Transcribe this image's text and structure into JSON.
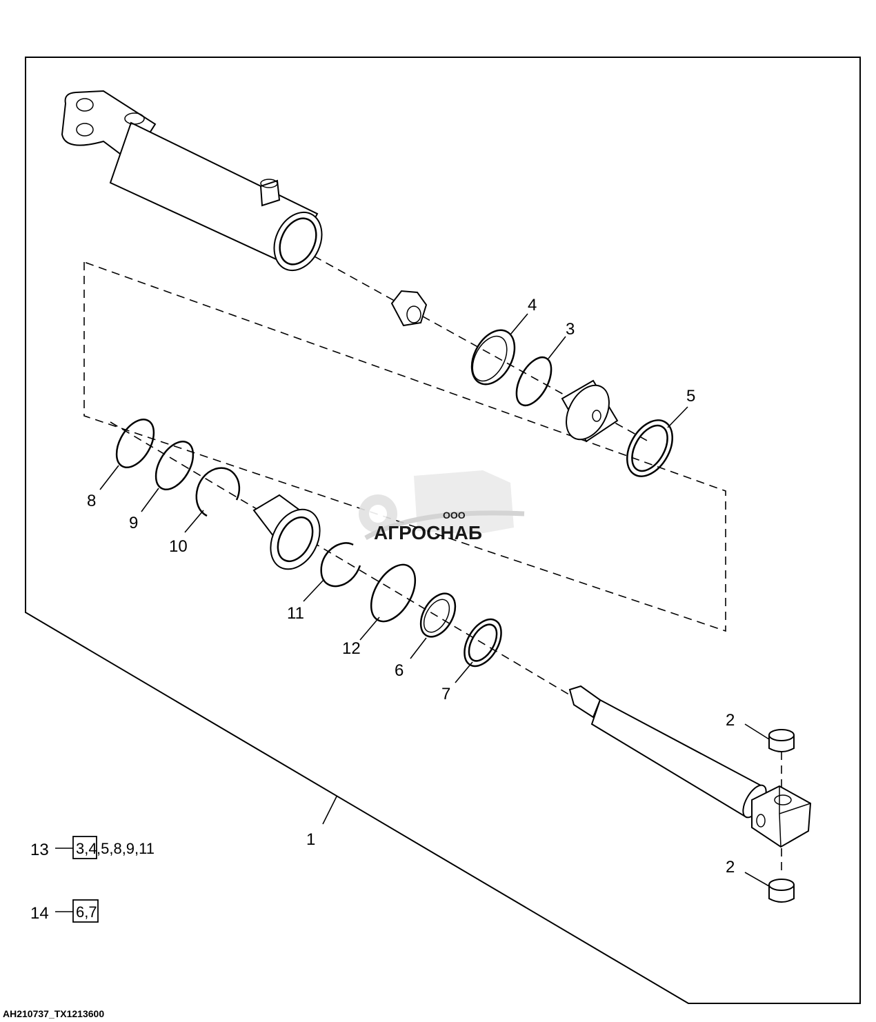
{
  "figure_id": "AH210737_TX1213600",
  "watermark": {
    "brand": "АГРОСНАБ",
    "prefix": "ООО"
  },
  "callouts": [
    {
      "id": "c1",
      "label": "1"
    },
    {
      "id": "c2a",
      "label": "2"
    },
    {
      "id": "c2b",
      "label": "2"
    },
    {
      "id": "c3",
      "label": "3"
    },
    {
      "id": "c4",
      "label": "4"
    },
    {
      "id": "c5",
      "label": "5"
    },
    {
      "id": "c6",
      "label": "6"
    },
    {
      "id": "c7",
      "label": "7"
    },
    {
      "id": "c8",
      "label": "8"
    },
    {
      "id": "c9",
      "label": "9"
    },
    {
      "id": "c10",
      "label": "10"
    },
    {
      "id": "c11",
      "label": "11"
    },
    {
      "id": "c12",
      "label": "12"
    }
  ],
  "kits": [
    {
      "label": "13",
      "boxed": "3,4",
      "rest": ",5,8,9,11"
    },
    {
      "label": "14",
      "boxed": "6,7",
      "rest": ""
    }
  ]
}
